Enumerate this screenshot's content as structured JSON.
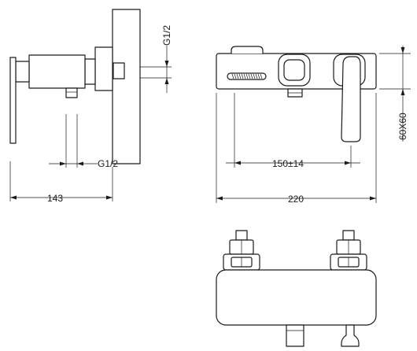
{
  "colors": {
    "line": "#1a1a1a",
    "background": "#ffffff"
  },
  "labels": {
    "thread_vertical": "G1/2",
    "thread_horizontal": "G1/2",
    "depth": "143",
    "spacing": "150±14",
    "width": "220",
    "body_size": "60X60"
  }
}
